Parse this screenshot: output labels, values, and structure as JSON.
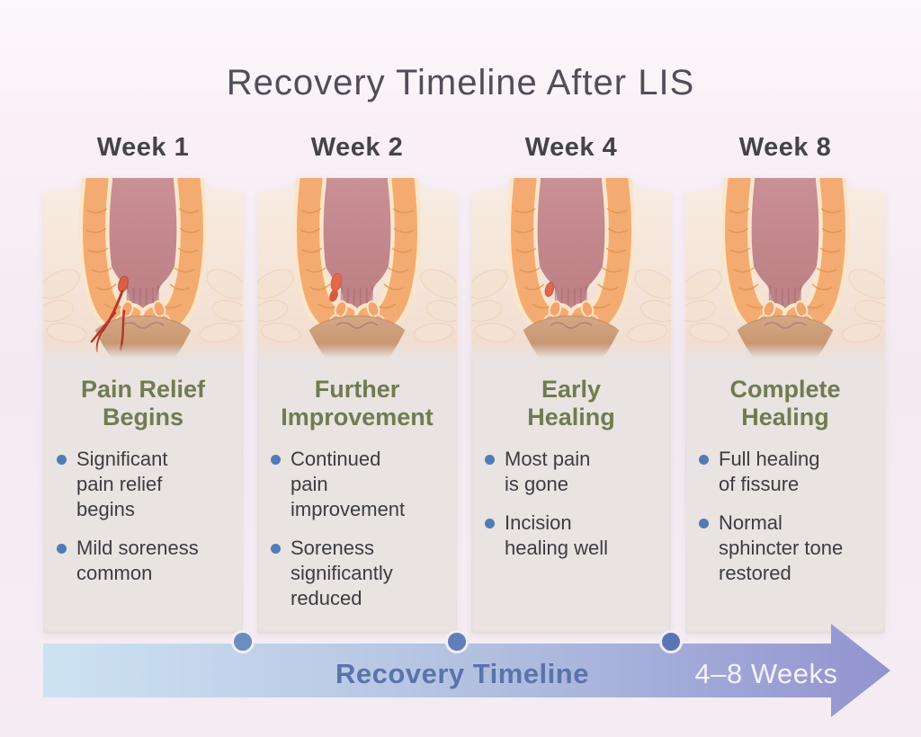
{
  "title": "Recovery Timeline After LIS",
  "columns": [
    {
      "week": "Week 1",
      "heading": "Pain Relief\nBegins",
      "bullets": [
        "Significant\npain relief\nbegins",
        "Mild soreness\ncommon"
      ],
      "illustration": "open-fissure-with-red-marks"
    },
    {
      "week": "Week 2",
      "heading": "Further\nImprovement",
      "bullets": [
        "Continued\npain\nimprovement",
        "Soreness\nsignificantly\nreduced"
      ],
      "illustration": "healing-fissure-nodule"
    },
    {
      "week": "Week 4",
      "heading": "Early\nHealing",
      "bullets": [
        "Most pain\nis gone",
        "Incision\nhealing well"
      ],
      "illustration": "small-residual-nodule"
    },
    {
      "week": "Week 8",
      "heading": "Complete\nHealing",
      "bullets": [
        "Full healing\nof fissure",
        "Normal\nsphincter tone\nrestored"
      ],
      "illustration": "fully-healed"
    }
  ],
  "timeline": {
    "label": "Recovery Timeline",
    "range_label": "4–8 Weeks",
    "dot_count": 3
  },
  "colors": {
    "heading_green": "#6f7c50",
    "body_text": "#3d3c43",
    "bullet_blue": "#4f7cb5",
    "timeline_label_blue": "#5a73ab",
    "arrow_gradient": [
      "#cde3f2",
      "#b3c1e1",
      "#9294cf"
    ],
    "timeline_dots": [
      "#6b8ec2",
      "#617fb9",
      "#5c74b6"
    ],
    "panel_bg": "#e9e3e1"
  }
}
